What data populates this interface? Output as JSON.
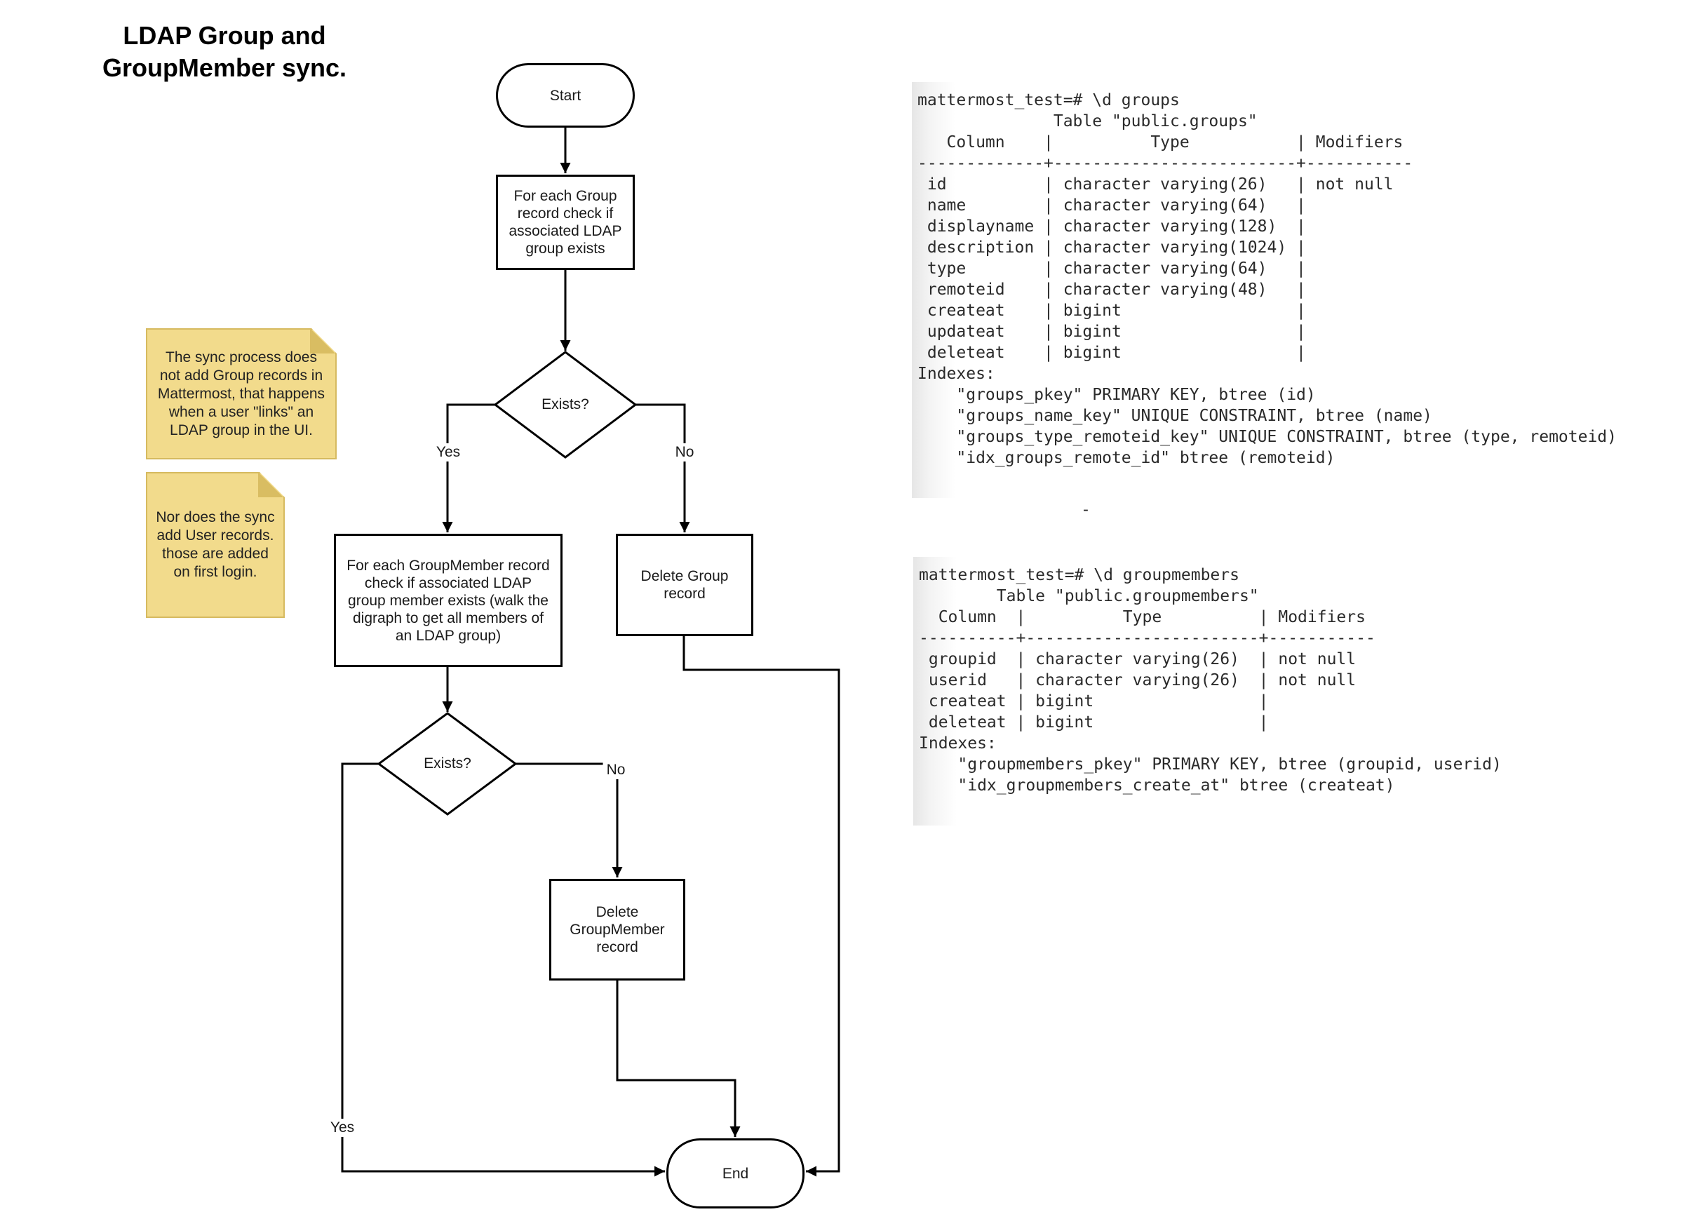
{
  "title": "LDAP Group and\nGroupMember sync.",
  "flowchart": {
    "start": "Start",
    "check_group": "For each Group\nrecord check if\nassociated LDAP\ngroup exists",
    "decision1": "Exists?",
    "yes1": "Yes",
    "no1": "No",
    "check_groupmember": "For each GroupMember record\ncheck if associated LDAP\ngroup member exists (walk the\ndigraph to get all members of\nan LDAP group)",
    "delete_group": "Delete Group\nrecord",
    "decision2": "Exists?",
    "no2": "No",
    "yes2": "Yes",
    "delete_groupmember": "Delete\nGroupMember\nrecord",
    "end": "End",
    "stroke_color": "#000000"
  },
  "notes": {
    "note1": "The sync process does\nnot add Group records in\nMattermost, that happens\nwhen a user \"links\" an\nLDAP group in the UI.",
    "note2": "Nor does the sync\nadd User records.\nthose are added\non first login.",
    "fill_color": "#F2DB8C",
    "fold_color": "#D9BD62"
  },
  "terminals": {
    "groups": [
      "mattermost_test=# \\d groups",
      "              Table \"public.groups\"",
      "   Column    |          Type           | Modifiers",
      "-------------+-------------------------+-----------",
      " id          | character varying(26)   | not null",
      " name        | character varying(64)   |",
      " displayname | character varying(128)  |",
      " description | character varying(1024) |",
      " type        | character varying(64)   |",
      " remoteid    | character varying(48)   |",
      " createat    | bigint                  |",
      " updateat    | bigint                  |",
      " deleteat    | bigint                  |",
      "Indexes:",
      "    \"groups_pkey\" PRIMARY KEY, btree (id)",
      "    \"groups_name_key\" UNIQUE CONSTRAINT, btree (name)",
      "    \"groups_type_remoteid_key\" UNIQUE CONSTRAINT, btree (type, remoteid)",
      "    \"idx_groups_remote_id\" btree (remoteid)"
    ],
    "stray_dash": "-",
    "groupmembers": [
      "mattermost_test=# \\d groupmembers",
      "        Table \"public.groupmembers\"",
      "  Column  |          Type          | Modifiers",
      "----------+------------------------+-----------",
      " groupid  | character varying(26)  | not null",
      " userid   | character varying(26)  | not null",
      " createat | bigint                 |",
      " deleteat | bigint                 |",
      "Indexes:",
      "    \"groupmembers_pkey\" PRIMARY KEY, btree (groupid, userid)",
      "    \"idx_groupmembers_create_at\" btree (createat)"
    ]
  }
}
